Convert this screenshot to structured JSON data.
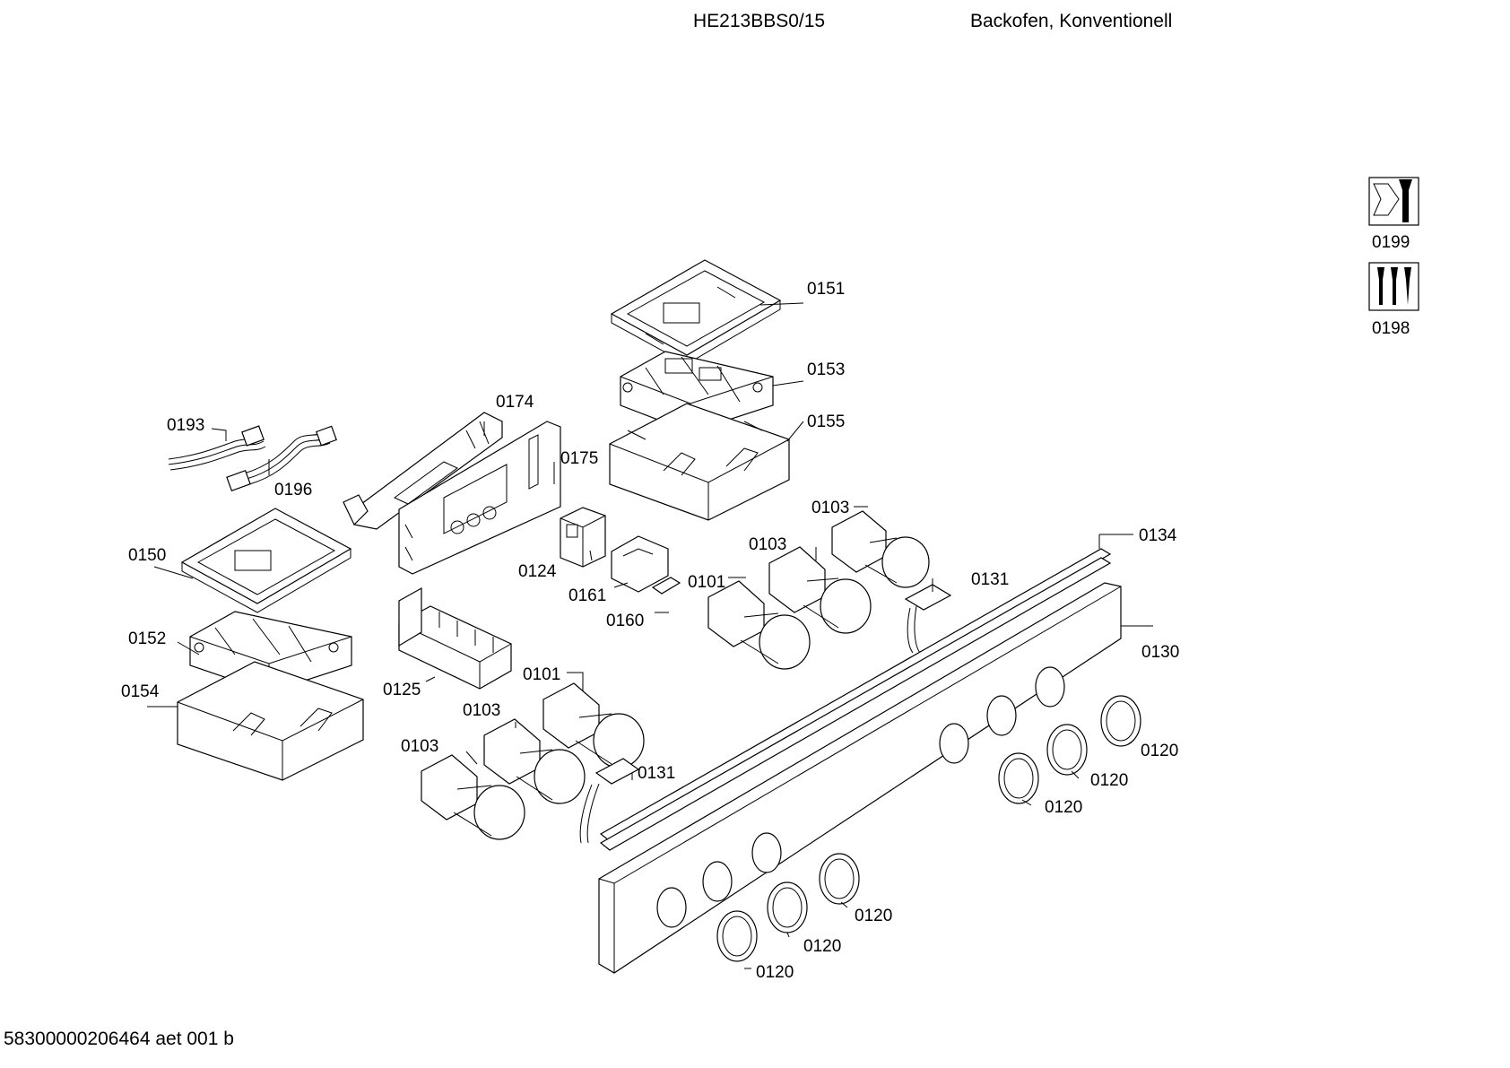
{
  "header": {
    "model": "HE213BBS0/15",
    "description": "Backofen, Konventionell"
  },
  "footer": {
    "document_code": "58300000206464 aet 001 b"
  },
  "service_icons": {
    "tool_icon_label": "0199",
    "screws_icon_label": "0198"
  },
  "part_labels": {
    "p0151": "0151",
    "p0153": "0153",
    "p0155": "0155",
    "p0174": "0174",
    "p0175": "0175",
    "p0193": "0193",
    "p0196": "0196",
    "p0150": "0150",
    "p0152": "0152",
    "p0154": "0154",
    "p0124": "0124",
    "p0161": "0161",
    "p0160": "0160",
    "p0101_right": "0101",
    "p0103_right_top": "0103",
    "p0103_right_mid": "0103",
    "p0131_right": "0131",
    "p0134": "0134",
    "p0130": "0130",
    "p0125": "0125",
    "p0101_left": "0101",
    "p0103_left_top": "0103",
    "p0103_left_low": "0103",
    "p0131_left": "0131",
    "p0120_r1": "0120",
    "p0120_r2": "0120",
    "p0120_r3": "0120",
    "p0120_l1": "0120",
    "p0120_l2": "0120",
    "p0120_l3": "0120"
  }
}
